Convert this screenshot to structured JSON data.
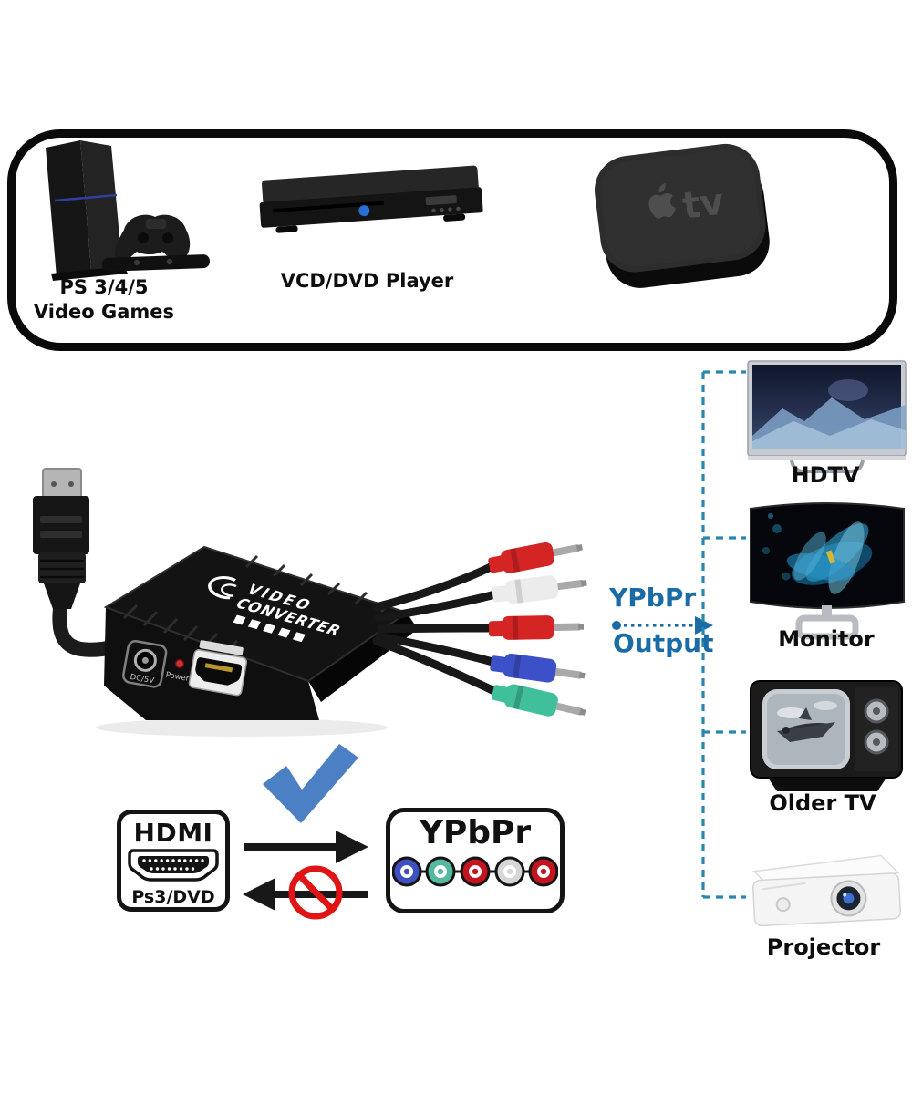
{
  "sources_panel": {
    "playstation": {
      "label_line1": "PS 3/4/5",
      "label_line2": "Video Games"
    },
    "dvd_player": {
      "label": "VCD/DVD Player"
    },
    "apple_tv": {
      "logo_text": "tv"
    }
  },
  "converter": {
    "brand_line1": "VIDEO",
    "brand_line2": "CONVERTER",
    "dc_label": "DC/5V",
    "power_label": "Power"
  },
  "output_callout": {
    "line1": "YPbPr",
    "line2": "Output"
  },
  "output_devices": [
    {
      "label": "HDTV"
    },
    {
      "label": "Monitor"
    },
    {
      "label": "Older TV"
    },
    {
      "label": "Projector"
    }
  ],
  "conversion_diagram": {
    "hdmi_box": {
      "title": "HDMI",
      "subtitle": "Ps3/DVD"
    },
    "ypbpr_box": {
      "title": "YPbPr"
    },
    "rca_icon_colors": [
      "#3f51c1",
      "#54b99f",
      "#c41420",
      "#d6d6d6",
      "#c41420"
    ],
    "plug_colors": [
      "#d42424",
      "#ececec",
      "#d42424",
      "#3c50c8",
      "#3fbf9a"
    ]
  },
  "colors": {
    "accent_blue": "#1b6ba6",
    "dashed_line": "#2a86ad",
    "check_blue": "#4b80c4",
    "prohibit_red": "#e01414",
    "arrow_black": "#181818"
  }
}
